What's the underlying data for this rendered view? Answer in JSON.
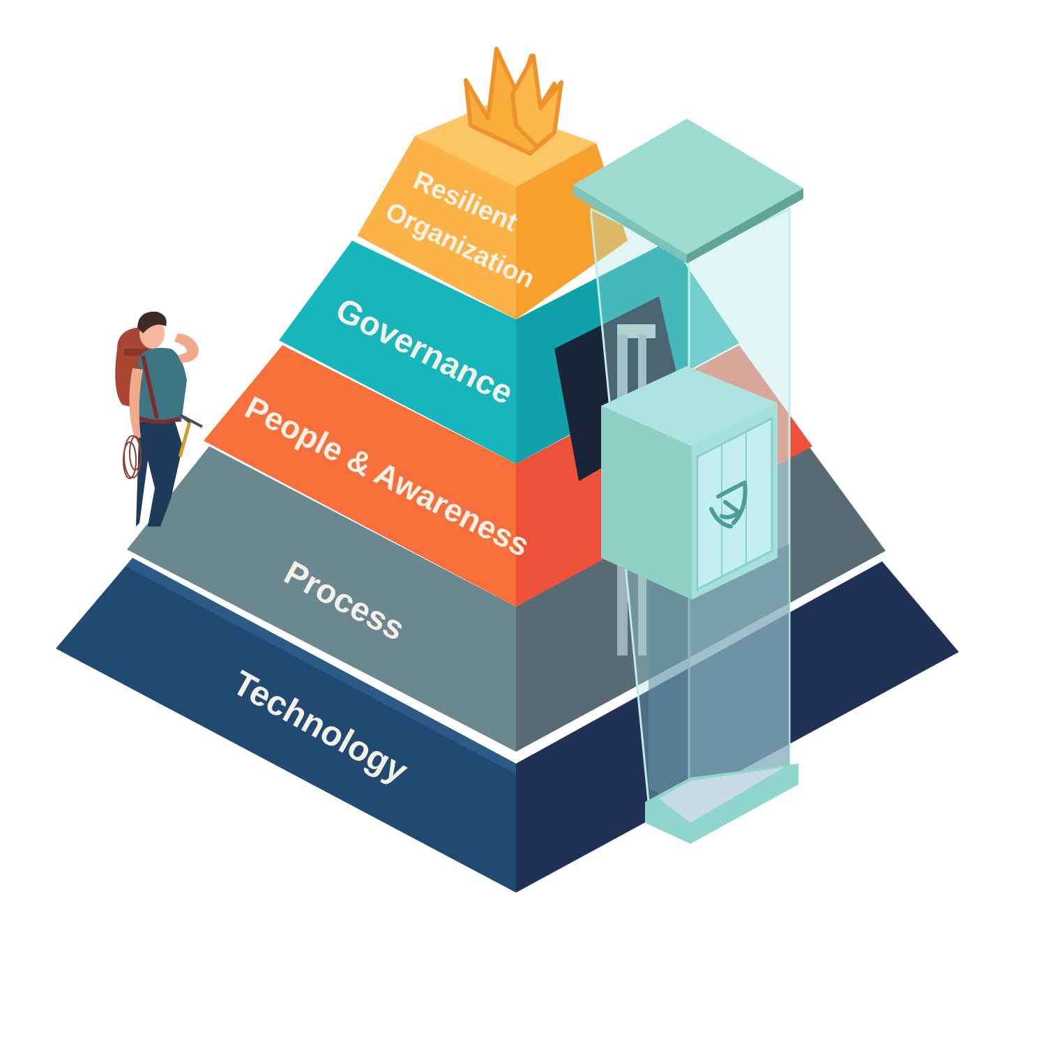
{
  "diagram": {
    "type": "pyramid",
    "style": "isometric illustration",
    "layers": [
      {
        "label_lines": [
          "Resilient",
          "Organization"
        ],
        "color_left": "#fbb347",
        "color_right": "#f7a12c",
        "color_top": "#fcc566"
      },
      {
        "label": "Governance",
        "color_left": "#17b6bd",
        "color_right": "#10a2a8"
      },
      {
        "label": "People & Awareness",
        "color_left": "#f76f3a",
        "color_right": "#ee5139"
      },
      {
        "label": "Process",
        "color_left": "#6b8890",
        "color_right": "#586b75"
      },
      {
        "label": "Technology",
        "color_left": "#214a72",
        "color_right": "#1f3155"
      }
    ],
    "crown": {
      "icon": "crown-icon",
      "color": "#f9ae3b",
      "outline": "#f0922b"
    },
    "elevator": {
      "icon": "shield-logo-icon",
      "glass_color": "#a8e2dc",
      "frame_color": "#8fd6cc"
    },
    "figure": {
      "icon": "hiker-icon",
      "description": "hiker with backpack, rope and ice axe looking up at pyramid"
    }
  }
}
